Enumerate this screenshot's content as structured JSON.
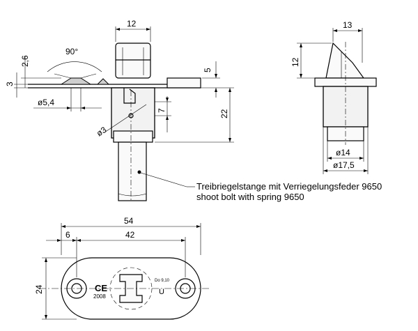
{
  "dimensions": {
    "width_top": "12",
    "height_top": "2,6",
    "height_left": "3",
    "angle": "90°",
    "height_5": "5",
    "diameter_54": "ø5,4",
    "height_7": "7",
    "height_22": "22",
    "diameter_3": "ø3",
    "side_width": "13",
    "side_height": "12",
    "diameter_14": "ø14",
    "diameter_175": "ø17,5",
    "bottom_54": "54",
    "bottom_6": "6",
    "bottom_42": "42",
    "bottom_24": "24"
  },
  "callout": {
    "line_de": "Treibriegelstange mit Verriegelungsfeder 9650",
    "line_en": "shoot bolt with spring 9650"
  },
  "markings": {
    "ce": "CE",
    "year": "2008",
    "stamp": "Do 9,10",
    "stamp_glyph": "U"
  }
}
